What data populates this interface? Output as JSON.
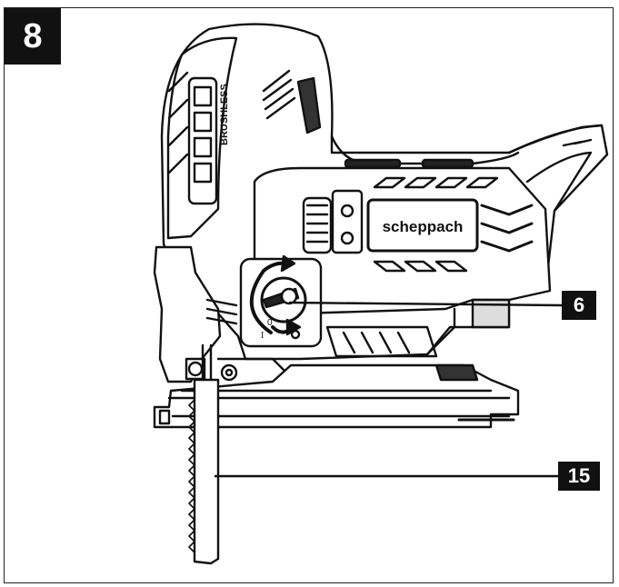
{
  "figure": {
    "number": "8"
  },
  "brand": {
    "text": "scheppach"
  },
  "callouts": [
    {
      "id": "callout-6",
      "label": "6"
    },
    {
      "id": "callout-15",
      "label": "15"
    }
  ],
  "dial_marks": {
    "zero": "0",
    "one": "I"
  },
  "colors": {
    "ink": "#111111",
    "paper": "#ffffff"
  },
  "icons": [
    "rotation-arrow-icon",
    "lever-icon"
  ]
}
